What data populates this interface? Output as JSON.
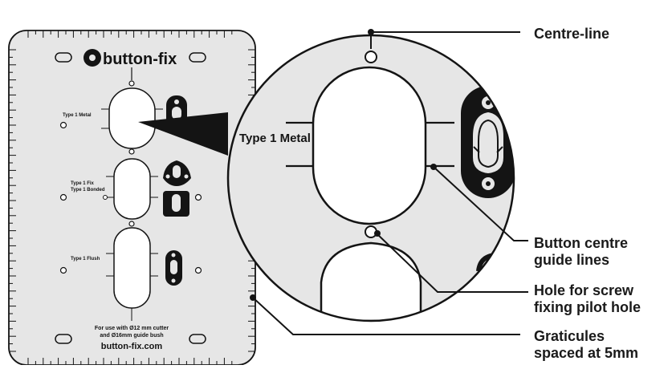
{
  "template": {
    "logo_text": "button-fix",
    "labels": {
      "type1_metal": "Type 1 Metal",
      "type1_fix": "Type 1 Fix",
      "type1_bonded": "Type 1 Bonded",
      "type1_flush": "Type 1 Flush"
    },
    "footer_line1": "For use with Ø12 mm cutter",
    "footer_line2": "and Ø16mm guide bush",
    "website": "button-fix.com"
  },
  "magnifier": {
    "label": "Type 1 Metal"
  },
  "callouts": {
    "centre_line": "Centre-line",
    "guide_lines_1": "Button centre",
    "guide_lines_2": "guide lines",
    "pilot_hole_1": "Hole for screw",
    "pilot_hole_2": "fixing pilot hole",
    "graticules_1": "Graticules",
    "graticules_2": "spaced at 5mm"
  },
  "colors": {
    "plate": "#e6e6e6",
    "ink": "#141414",
    "background": "#ffffff"
  }
}
